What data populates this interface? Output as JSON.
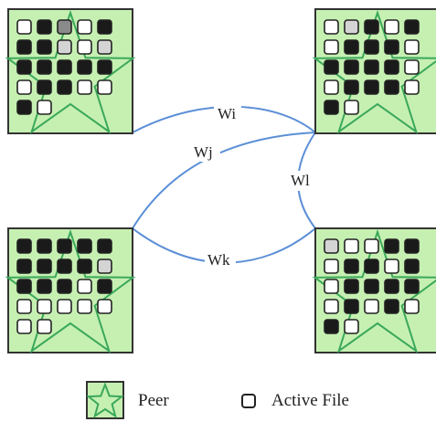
{
  "diagram": {
    "edges": [
      {
        "id": "wi",
        "label": "Wi"
      },
      {
        "id": "wj",
        "label": "Wj"
      },
      {
        "id": "wl",
        "label": "Wl"
      },
      {
        "id": "wk",
        "label": "Wk"
      }
    ],
    "peers": [
      {
        "id": "top-left",
        "files": [
          [
            "white",
            "dark",
            "gray",
            "white",
            "dark"
          ],
          [
            "dark",
            "dark",
            "light",
            "white",
            "light"
          ],
          [
            "dark",
            "dark",
            "dark",
            "dark",
            "dark"
          ],
          [
            "white",
            "dark",
            "dark",
            "white",
            "white"
          ],
          [
            "dark",
            "white"
          ]
        ]
      },
      {
        "id": "top-right",
        "files": [
          [
            "white",
            "light",
            "dark",
            "white",
            "dark"
          ],
          [
            "white",
            "dark",
            "dark",
            "dark",
            "white"
          ],
          [
            "dark",
            "dark",
            "dark",
            "dark",
            "white"
          ],
          [
            "white",
            "dark",
            "dark",
            "dark",
            "white"
          ],
          [
            "dark",
            "white"
          ]
        ]
      },
      {
        "id": "bottom-left",
        "files": [
          [
            "dark",
            "dark",
            "dark",
            "dark",
            "dark"
          ],
          [
            "dark",
            "dark",
            "dark",
            "dark",
            "light"
          ],
          [
            "dark",
            "dark",
            "dark",
            "white",
            "dark"
          ],
          [
            "white",
            "white",
            "white",
            "white",
            "white"
          ],
          [
            "white",
            "white"
          ]
        ]
      },
      {
        "id": "bottom-right",
        "files": [
          [
            "light",
            "white",
            "white",
            "dark",
            "dark"
          ],
          [
            "white",
            "dark",
            "dark",
            "white",
            "dark"
          ],
          [
            "white",
            "dark",
            "dark",
            "dark",
            "dark"
          ],
          [
            "white",
            "dark",
            "white",
            "dark",
            "white"
          ],
          [
            "dark",
            "white"
          ]
        ]
      }
    ]
  },
  "legend": {
    "peer_label": "Peer",
    "file_label": "Active File"
  },
  "colors": {
    "peer_fill": "#c6f0b2",
    "peer_border": "#333333",
    "star_stroke": "#3aa85a",
    "edge_stroke": "#5b8fd6",
    "file_dark": "#1a1a1a",
    "file_gray": "#8a8a8a",
    "file_light": "#d4d4d4",
    "file_white": "#ffffff"
  }
}
